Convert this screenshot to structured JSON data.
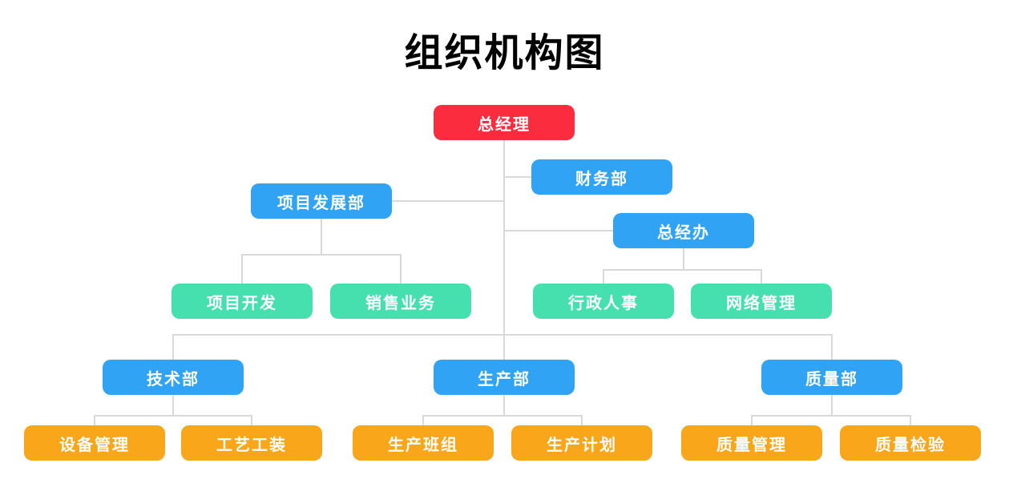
{
  "page": {
    "title": "组织机构图"
  },
  "colors": {
    "root": "#fa2c3d",
    "department": "#31a3f5",
    "section": "#45e0ae",
    "team": "#f9a61b",
    "connector": "#d9d9d9",
    "node_text": "#ffffff",
    "title_text": "#000000",
    "background": "#ffffff"
  },
  "org_chart": {
    "nodes": [
      {
        "label": "总经理",
        "level": "root",
        "parent": null
      },
      {
        "label": "财务部",
        "level": "department",
        "parent": "总经理"
      },
      {
        "label": "项目发展部",
        "level": "department",
        "parent": "总经理"
      },
      {
        "label": "总经办",
        "level": "department",
        "parent": "总经理"
      },
      {
        "label": "项目开发",
        "level": "section",
        "parent": "项目发展部"
      },
      {
        "label": "销售业务",
        "level": "section",
        "parent": "项目发展部"
      },
      {
        "label": "行政人事",
        "level": "section",
        "parent": "总经办"
      },
      {
        "label": "网络管理",
        "level": "section",
        "parent": "总经办"
      },
      {
        "label": "技术部",
        "level": "department",
        "parent": "总经理"
      },
      {
        "label": "生产部",
        "level": "department",
        "parent": "总经理"
      },
      {
        "label": "质量部",
        "level": "department",
        "parent": "总经理"
      },
      {
        "label": "设备管理",
        "level": "team",
        "parent": "技术部"
      },
      {
        "label": "工艺工装",
        "level": "team",
        "parent": "技术部"
      },
      {
        "label": "生产班组",
        "level": "team",
        "parent": "生产部"
      },
      {
        "label": "生产计划",
        "level": "team",
        "parent": "生产部"
      },
      {
        "label": "质量管理",
        "level": "team",
        "parent": "质量部"
      },
      {
        "label": "质量检验",
        "level": "team",
        "parent": "质量部"
      }
    ]
  }
}
